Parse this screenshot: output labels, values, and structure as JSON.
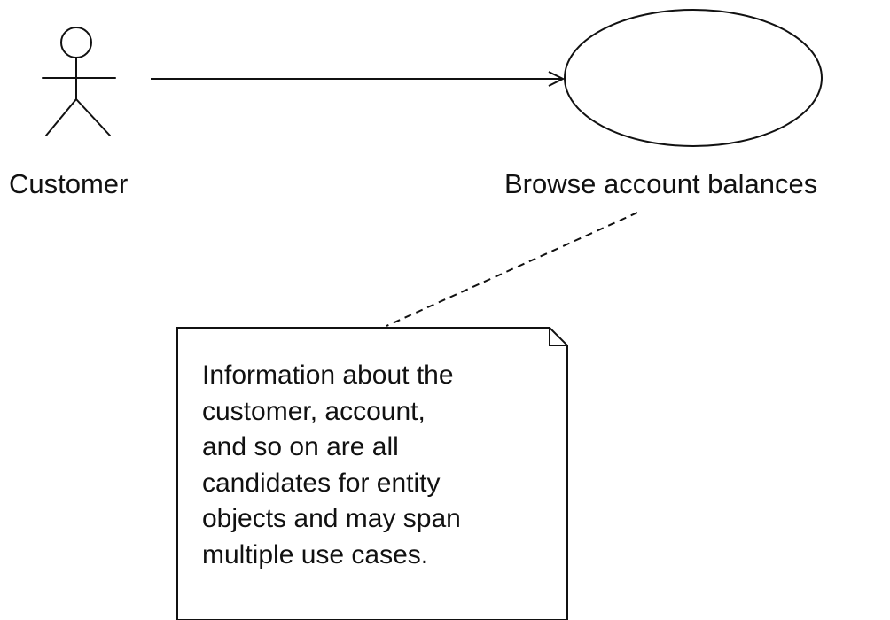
{
  "actor": {
    "label": "Customer",
    "icon": "stick-figure-icon"
  },
  "use_case": {
    "label": "Browse account balances"
  },
  "note": {
    "lines": [
      "Information about the",
      "customer, account,",
      "and so on are all",
      "candidates for entity",
      "objects and may span",
      "multiple use cases."
    ]
  },
  "colors": {
    "stroke": "#111111",
    "background": "#ffffff"
  }
}
